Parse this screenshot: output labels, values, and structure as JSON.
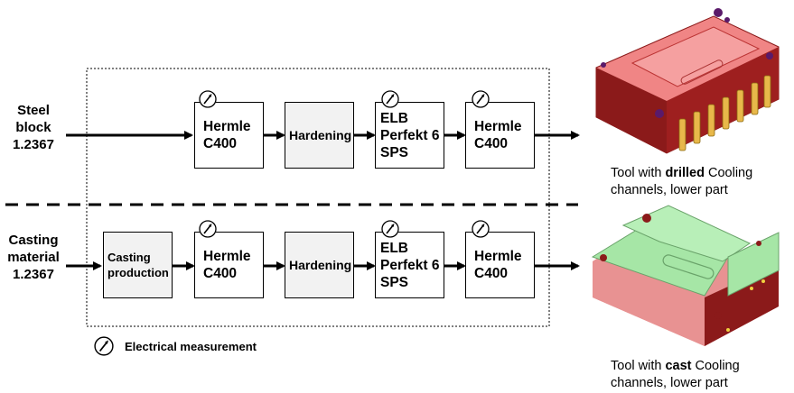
{
  "rows": [
    {
      "input_label": [
        "Steel block",
        "1.2367"
      ],
      "steps": [
        {
          "lines": [
            "Hermle",
            "C400"
          ],
          "gauge": true,
          "shaded": false
        },
        {
          "lines": [
            "Hardening"
          ],
          "gauge": false,
          "shaded": true
        },
        {
          "lines": [
            "ELB",
            "Perfekt 6",
            "SPS"
          ],
          "gauge": true,
          "shaded": false
        },
        {
          "lines": [
            "Hermle",
            "C400"
          ],
          "gauge": true,
          "shaded": false
        }
      ],
      "caption": {
        "pre": "Tool with ",
        "bold": "drilled",
        "post": " Cooling",
        "line2": "channels, lower part"
      }
    },
    {
      "input_label": [
        "Casting",
        "material",
        "1.2367"
      ],
      "steps": [
        {
          "lines": [
            "Casting",
            "production"
          ],
          "gauge": false,
          "shaded": true
        },
        {
          "lines": [
            "Hermle",
            "C400"
          ],
          "gauge": true,
          "shaded": false
        },
        {
          "lines": [
            "Hardening"
          ],
          "gauge": false,
          "shaded": true
        },
        {
          "lines": [
            "ELB",
            "Perfekt 6",
            "SPS"
          ],
          "gauge": true,
          "shaded": false
        },
        {
          "lines": [
            "Hermle",
            "C400"
          ],
          "gauge": true,
          "shaded": false
        }
      ],
      "caption": {
        "pre": "Tool with ",
        "bold": "cast",
        "post": " Cooling",
        "line2": "channels, lower part"
      }
    }
  ],
  "legend": {
    "icon": "gauge-icon",
    "label": "Electrical measurement"
  },
  "colors": {
    "tool_top": "#f08585",
    "tool_side": "#8b1a1a",
    "cast_top": "#a6e6a6",
    "cast_side": "#e89292",
    "pins": "#e8b84a",
    "shaded_box": "#f2f2f2"
  }
}
